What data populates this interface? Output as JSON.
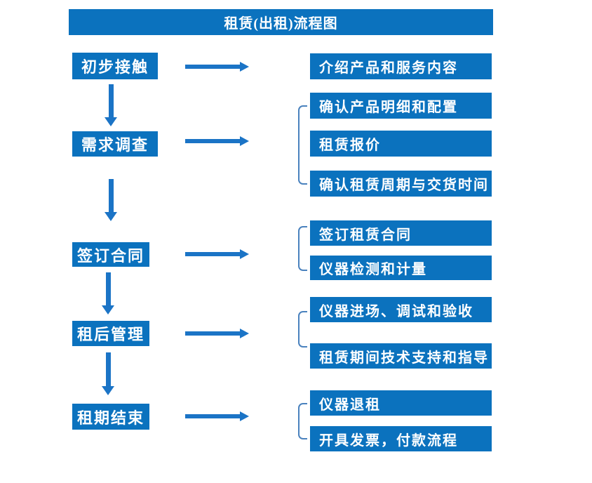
{
  "title": "租赁(出租)流程图",
  "colors": {
    "primary_blue": "#0b72be",
    "arrow_blue": "#1b74c6",
    "bracket_blue": "#4a82be",
    "text_white": "#ffffff",
    "background": "#ffffff"
  },
  "groups": [
    {
      "step": "初步接触",
      "details": [
        "介绍产品和服务内容"
      ]
    },
    {
      "step": "需求调查",
      "details": [
        "确认产品明细和配置",
        "租赁报价",
        "确认租赁周期与交货时间"
      ]
    },
    {
      "step": "签订合同",
      "details": [
        "签订租赁合同",
        "仪器检测和计量"
      ]
    },
    {
      "step": "租后管理",
      "details": [
        "仪器进场、调试和验收",
        "租赁期间技术支持和指导"
      ]
    },
    {
      "step": "租期结束",
      "details": [
        "仪器退租",
        "开具发票，付款流程"
      ]
    }
  ]
}
